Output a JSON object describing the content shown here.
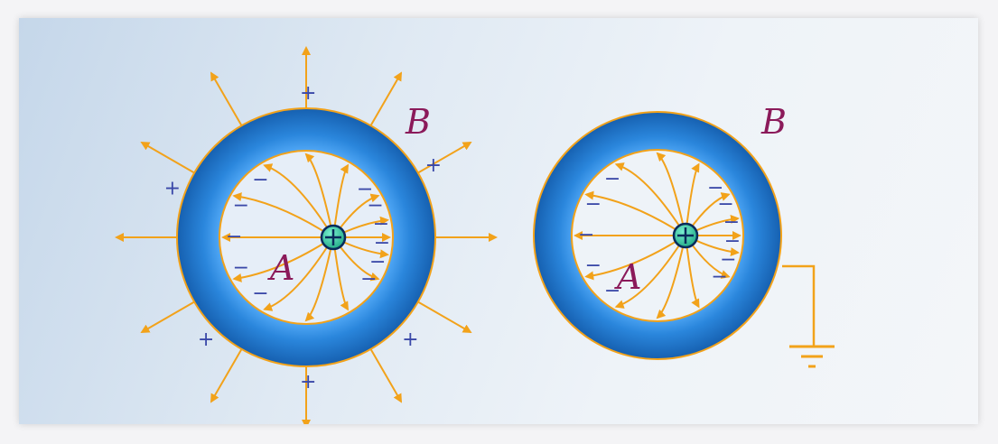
{
  "colors": {
    "shell_outer": "#1e74c8",
    "shell_inner": "#2f8fe0",
    "shell_edge": "#f2a21a",
    "field_line": "#f2a21a",
    "charge_fill": "#36c4a0",
    "charge_stroke": "#0a2a5a",
    "label": "#8b1a5a",
    "sign": "#3a48a8"
  },
  "left": {
    "inner_label": "A",
    "outer_label": "B",
    "center_charge_sign": "+",
    "induced_inner_sign": "−",
    "induced_outer_sign": "+"
  },
  "right": {
    "inner_label": "A",
    "outer_label": "B",
    "center_charge_sign": "+",
    "induced_inner_sign": "−",
    "ground_icon": "ground-symbol"
  }
}
